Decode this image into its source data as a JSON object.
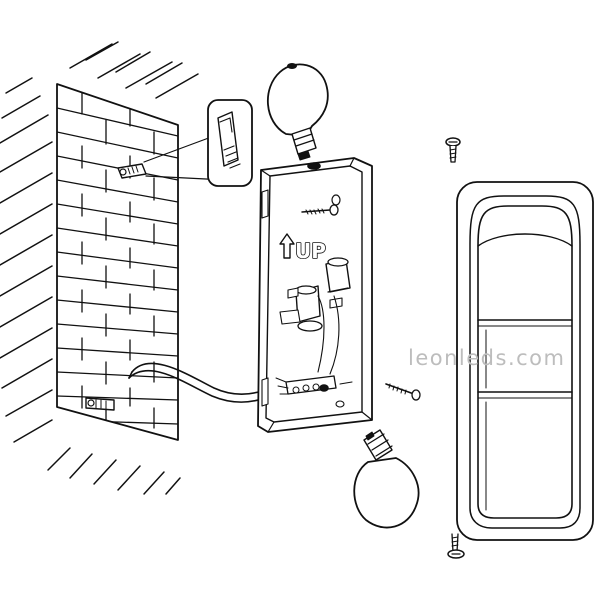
{
  "diagram": {
    "up_label": "UP",
    "watermark": "leonleds.com",
    "parts": [
      {
        "id": "brick-wall",
        "icon": "brick-wall-icon"
      },
      {
        "id": "wall-plug-upper",
        "icon": "wall-plug-icon"
      },
      {
        "id": "wall-plug-lower",
        "icon": "wall-plug-icon"
      },
      {
        "id": "power-cable",
        "icon": "cable-icon"
      },
      {
        "id": "mounting-box",
        "icon": "back-box-icon"
      },
      {
        "id": "bulb-top",
        "icon": "light-bulb-icon"
      },
      {
        "id": "bulb-bottom",
        "icon": "light-bulb-icon"
      },
      {
        "id": "cover-plate",
        "icon": "cover-plate-icon"
      },
      {
        "id": "screw-top",
        "icon": "screw-icon"
      },
      {
        "id": "screw-bottom",
        "icon": "screw-icon"
      },
      {
        "id": "screw-side",
        "icon": "screw-icon"
      }
    ],
    "colors": {
      "line": "#111111",
      "fill": "#ffffff",
      "watermark": "#bdbdbd"
    }
  }
}
